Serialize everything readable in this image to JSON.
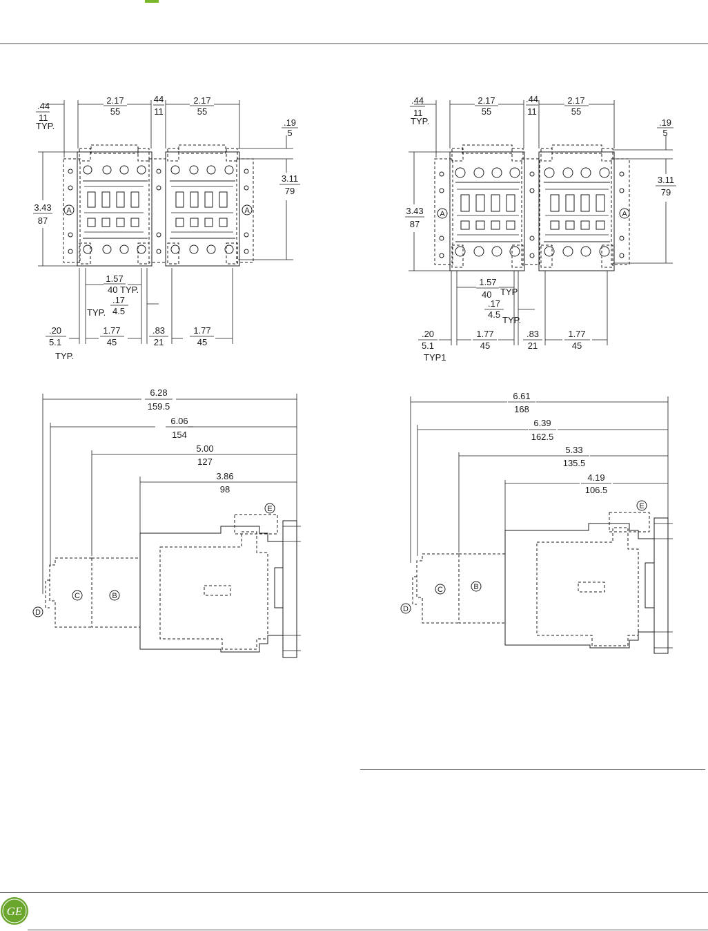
{
  "logo_text": "GE",
  "colors": {
    "accent": "#7ab62b",
    "logo": "#6aa52c",
    "ink": "#1a1a1a"
  },
  "left_top": {
    "d1": {
      "num": ".44",
      "mm": "11",
      "note": "TYP."
    },
    "d2": {
      "num": "2.17",
      "mm": "55"
    },
    "d3": {
      "num": "44",
      "mm": "11"
    },
    "d4": {
      "num": "2.17",
      "mm": "55"
    },
    "d5": {
      "num": ".19",
      "mm": "5"
    },
    "d6": {
      "num": "3.11",
      "mm": "79"
    },
    "d7": {
      "num": "3.43",
      "mm": "87"
    },
    "d8": {
      "num": "1.57",
      "mm": "40",
      "note": "TYP."
    },
    "d9": {
      "num": ".17",
      "mm": "4.5",
      "note": "TYP."
    },
    "d10": {
      "num": ".20",
      "mm": "5.1",
      "note": "TYP."
    },
    "d11": {
      "num": "1.77",
      "mm": "45"
    },
    "d12": {
      "num": ".83",
      "mm": "21"
    },
    "d13": {
      "num": "1.77",
      "mm": "45"
    },
    "callout_a": "A"
  },
  "right_top": {
    "d1": {
      "num": ".44",
      "mm": "11",
      "note": "TYP."
    },
    "d2": {
      "num": "2.17",
      "mm": "55"
    },
    "d3": {
      "num": ".44",
      "mm": "11"
    },
    "d4": {
      "num": "2.17",
      "mm": "55"
    },
    "d5": {
      "num": ".19",
      "mm": "5"
    },
    "d6": {
      "num": "3.11",
      "mm": "79"
    },
    "d7": {
      "num": "3.43",
      "mm": "87"
    },
    "d8": {
      "num": "1.57",
      "mm": "40",
      "note": "TYP"
    },
    "d9": {
      "num": ".17",
      "mm": "4.5",
      "note": "TYP."
    },
    "d10": {
      "num": ".20",
      "mm": "5.1",
      "note": "TYP1"
    },
    "d11": {
      "num": "1.77",
      "mm": "45"
    },
    "d12": {
      "num": ".83",
      "mm": "21"
    },
    "d13": {
      "num": "1.77",
      "mm": "45"
    },
    "callout_a": "A"
  },
  "left_side": {
    "d1": {
      "num": "6.28",
      "mm": "159.5"
    },
    "d2": {
      "num": "6.06",
      "mm": "154"
    },
    "d3": {
      "num": "5.00",
      "mm": "127"
    },
    "d4": {
      "num": "3.86",
      "mm": "98"
    },
    "callouts": {
      "b": "B",
      "c": "C",
      "d": "D",
      "e": "E"
    }
  },
  "right_side": {
    "d1": {
      "num": "6.61",
      "mm": "168"
    },
    "d2": {
      "num": "6.39",
      "mm": "162.5"
    },
    "d3": {
      "num": "5.33",
      "mm": "135.5"
    },
    "d4": {
      "num": "4.19",
      "mm": "106.5"
    },
    "callouts": {
      "b": "B",
      "c": "C",
      "d": "D",
      "e": "E"
    }
  }
}
